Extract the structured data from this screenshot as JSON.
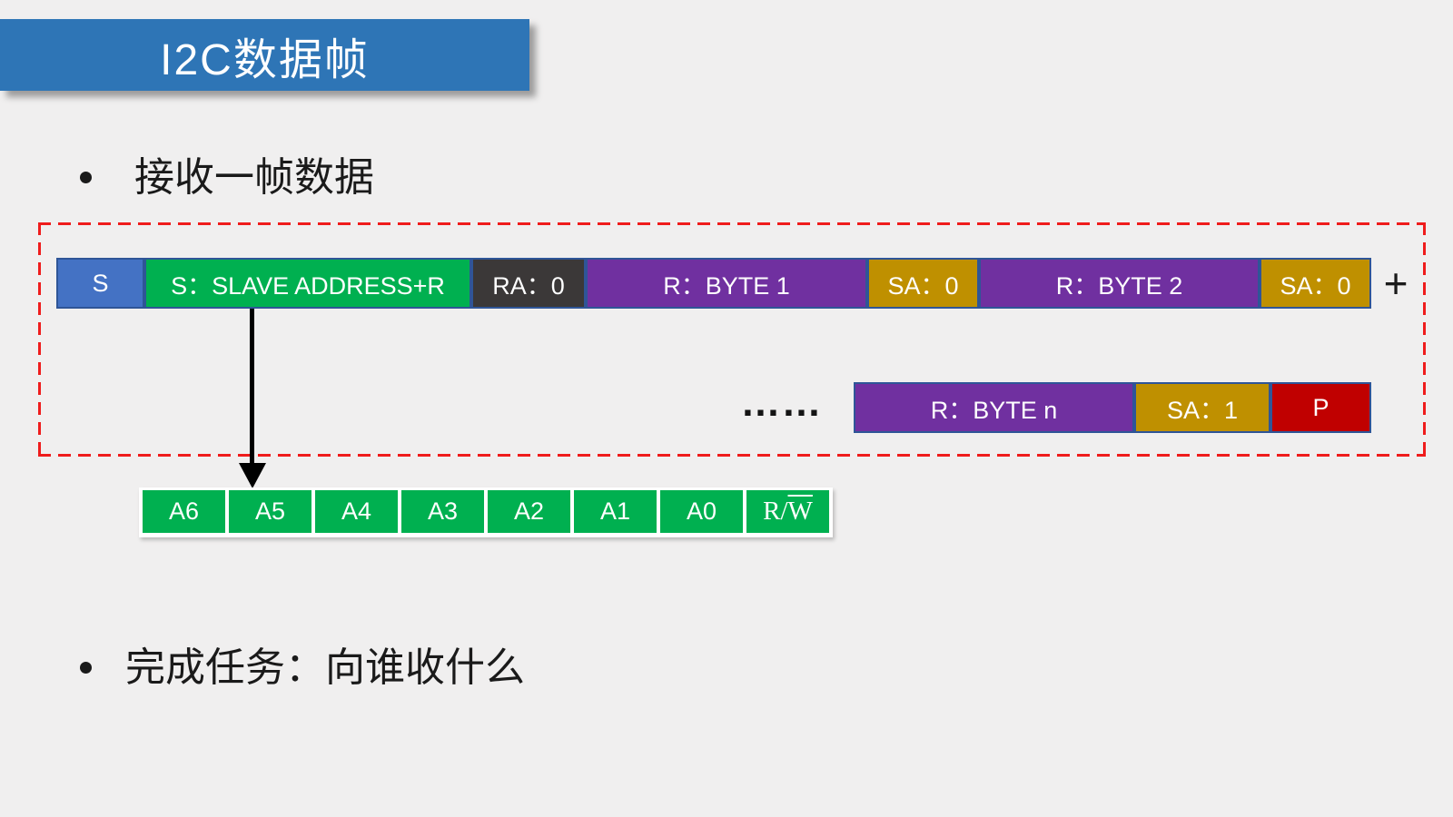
{
  "slide": {
    "title": "I2C数据帧",
    "bullet1": "接收一帧数据",
    "bullet2": "完成任务：向谁收什么"
  },
  "frame_diagram": {
    "plus_sign": "+",
    "ellipsis": "……",
    "row1": [
      {
        "label": "S",
        "color": "#4472C4"
      },
      {
        "label": "S：SLAVE ADDRESS+R",
        "color": "#00B050"
      },
      {
        "label": "RA：0",
        "color": "#3B3838"
      },
      {
        "label": "R：BYTE 1",
        "color": "#7030A0"
      },
      {
        "label": "SA：0",
        "color": "#BF9000"
      },
      {
        "label": "R：BYTE 2",
        "color": "#7030A0"
      },
      {
        "label": "SA：0",
        "color": "#BF9000"
      }
    ],
    "row2": [
      {
        "label": "R：BYTE n",
        "color": "#7030A0"
      },
      {
        "label": "SA：1",
        "color": "#BF9000"
      },
      {
        "label": "P",
        "color": "#C00000"
      }
    ],
    "address_bits": [
      "A6",
      "A5",
      "A4",
      "A3",
      "A2",
      "A1",
      "A0"
    ],
    "rw_bit": {
      "prefix": "R/",
      "overlined": "W"
    }
  },
  "colors": {
    "background": "#F0EFEF",
    "title_banner": "#2E75B6",
    "segment_border": "#2F5597",
    "dashed_outline": "#EF1C1C",
    "address_green": "#00B050"
  }
}
